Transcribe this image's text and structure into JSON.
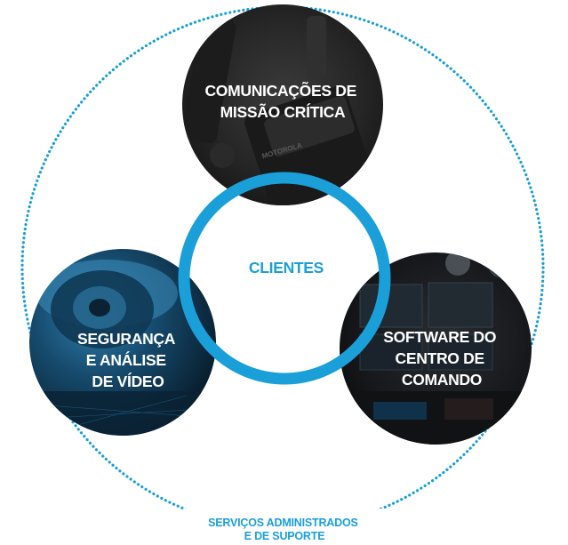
{
  "diagram": {
    "center": {
      "label": "CLIENTES"
    },
    "segments": {
      "top": {
        "lines": [
          "COMUNICAÇÕES DE",
          "MISSÃO CRÍTICA"
        ],
        "photo_text": "MOTOROLA"
      },
      "left": {
        "lines": [
          "SEGURANÇA",
          "E ANÁLISE",
          "DE VÍDEO"
        ]
      },
      "right": {
        "lines": [
          "SOFTWARE DO",
          "CENTRO DE",
          "COMANDO"
        ]
      }
    },
    "footer": {
      "lines": [
        "SERVIÇOS ADMINISTRADOS",
        "E DE SUPORTE"
      ]
    }
  },
  "colors": {
    "accent": "#1a9fd9",
    "dotted_ring": "#1a9fd9",
    "segment_dark": "#1f1f1f",
    "segment_blue_dark": "#0b2a3e",
    "text_white": "#ffffff"
  }
}
